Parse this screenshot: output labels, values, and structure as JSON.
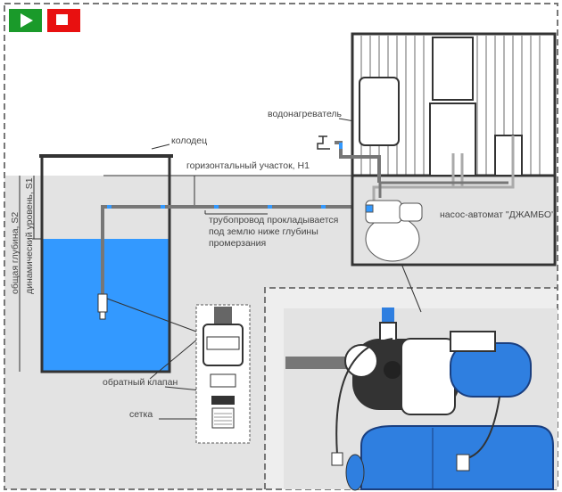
{
  "controls": {
    "play": "play-icon",
    "stop": "stop-icon"
  },
  "labels": {
    "well": "колодец",
    "heater": "водонагреватель",
    "horizontal": "горизонтальный участок, H1",
    "pipe_line1": "трубопровод прокладывается",
    "pipe_line2": "под землю ниже глубины",
    "pipe_line3": "промерзания",
    "pump": "насос-автомат \"ДЖАМБО\"",
    "total_depth": "общая глубина, S2",
    "dynamic_level": "динамический уровень, S1",
    "check_valve": "обратный клапан",
    "mesh": "сетка"
  },
  "colors": {
    "water": "#3399ff",
    "ground": "#e3e3e3",
    "pipe": "#777777",
    "pump_blue": "#2f7fe0",
    "play": "#1a9a2a",
    "stop": "#e81010"
  }
}
